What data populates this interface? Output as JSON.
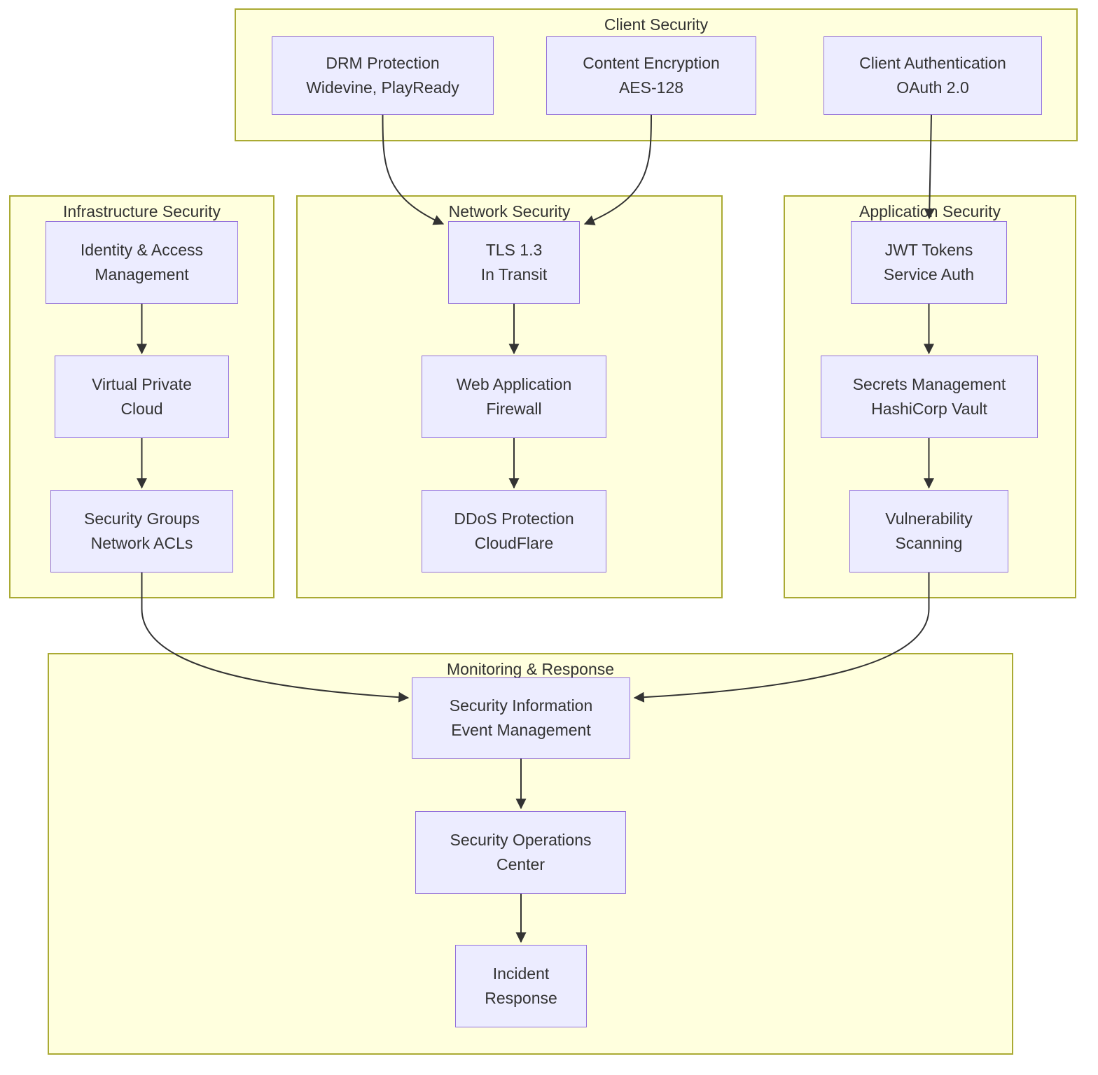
{
  "colors": {
    "group_fill": "#ffffde",
    "group_border": "#aaaa33",
    "node_fill": "#ececff",
    "node_border": "#9370db",
    "edge": "#333333",
    "text": "#333333",
    "background": "#ffffff"
  },
  "groups": [
    {
      "title": "Client Security",
      "nodes": [
        {
          "lines": [
            "DRM Protection",
            "Widevine, PlayReady"
          ]
        },
        {
          "lines": [
            "Content Encryption",
            "AES-128"
          ]
        },
        {
          "lines": [
            "Client Authentication",
            "OAuth 2.0"
          ]
        }
      ]
    },
    {
      "title": "Infrastructure Security",
      "nodes": [
        {
          "lines": [
            "Identity & Access",
            "Management"
          ]
        },
        {
          "lines": [
            "Virtual Private",
            "Cloud"
          ]
        },
        {
          "lines": [
            "Security Groups",
            "Network ACLs"
          ]
        }
      ]
    },
    {
      "title": "Network Security",
      "nodes": [
        {
          "lines": [
            "TLS 1.3",
            "In Transit"
          ]
        },
        {
          "lines": [
            "Web Application",
            "Firewall"
          ]
        },
        {
          "lines": [
            "DDoS Protection",
            "CloudFlare"
          ]
        }
      ]
    },
    {
      "title": "Application Security",
      "nodes": [
        {
          "lines": [
            "JWT Tokens",
            "Service Auth"
          ]
        },
        {
          "lines": [
            "Secrets Management",
            "HashiCorp Vault"
          ]
        },
        {
          "lines": [
            "Vulnerability",
            "Scanning"
          ]
        }
      ]
    },
    {
      "title": "Monitoring & Response",
      "nodes": [
        {
          "lines": [
            "Security Information",
            "Event Management"
          ]
        },
        {
          "lines": [
            "Security Operations",
            "Center"
          ]
        },
        {
          "lines": [
            "Incident",
            "Response"
          ]
        }
      ]
    }
  ],
  "edges": [
    {
      "from": "DRM Protection Widevine, PlayReady",
      "to": "TLS 1.3 In Transit"
    },
    {
      "from": "Content Encryption AES-128",
      "to": "TLS 1.3 In Transit"
    },
    {
      "from": "Client Authentication OAuth 2.0",
      "to": "JWT Tokens Service Auth"
    },
    {
      "from": "Identity & Access Management",
      "to": "Virtual Private Cloud"
    },
    {
      "from": "Virtual Private Cloud",
      "to": "Security Groups Network ACLs"
    },
    {
      "from": "TLS 1.3 In Transit",
      "to": "Web Application Firewall"
    },
    {
      "from": "Web Application Firewall",
      "to": "DDoS Protection CloudFlare"
    },
    {
      "from": "JWT Tokens Service Auth",
      "to": "Secrets Management HashiCorp Vault"
    },
    {
      "from": "Secrets Management HashiCorp Vault",
      "to": "Vulnerability Scanning"
    },
    {
      "from": "Security Groups Network ACLs",
      "to": "Security Information Event Management"
    },
    {
      "from": "Vulnerability Scanning",
      "to": "Security Information Event Management"
    },
    {
      "from": "Security Information Event Management",
      "to": "Security Operations Center"
    },
    {
      "from": "Security Operations Center",
      "to": "Incident Response"
    }
  ]
}
